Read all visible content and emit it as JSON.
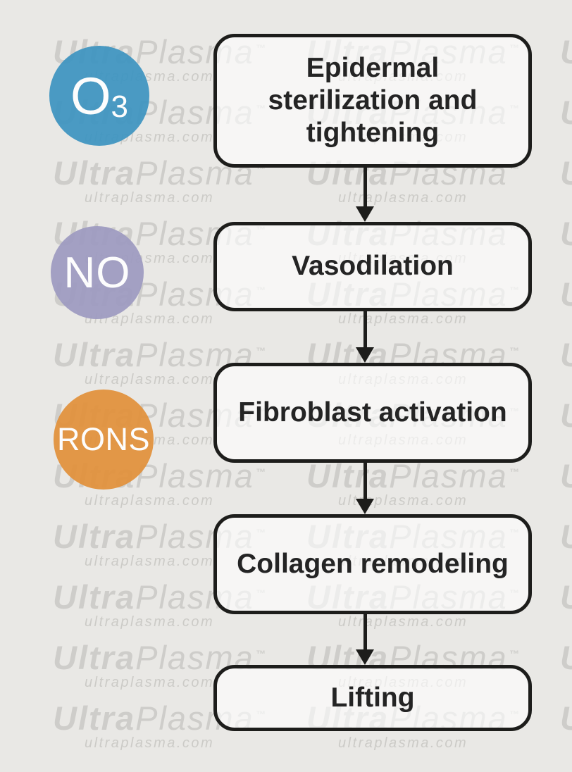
{
  "watermark": {
    "brand_bold": "Ultra",
    "brand_light": "Plasma",
    "tm_symbol": "™",
    "domain": "ultraplasma.com"
  },
  "molecules": [
    {
      "name": "ozone",
      "label": "O",
      "subscript": "3",
      "color": "#3e95c1"
    },
    {
      "name": "nitric-oxide",
      "label": "NO",
      "subscript": "",
      "color": "#9e9bc1"
    },
    {
      "name": "rons",
      "label": "RONS",
      "subscript": "",
      "color": "#e2913c"
    }
  ],
  "flow_steps": [
    {
      "label": "Epidermal sterilization and tightening"
    },
    {
      "label": "Vasodilation"
    },
    {
      "label": "Fibroblast activation"
    },
    {
      "label": "Collagen remodeling"
    },
    {
      "label": "Lifting"
    }
  ],
  "palette": {
    "background": "#e9e8e5",
    "box_fill": "#f8f8f6",
    "box_border": "#1d1d1b",
    "box_text": "#242424",
    "arrow": "#1d1d1b",
    "watermark_gray": "#d5d4d1",
    "circle_text": "#ffffff"
  }
}
